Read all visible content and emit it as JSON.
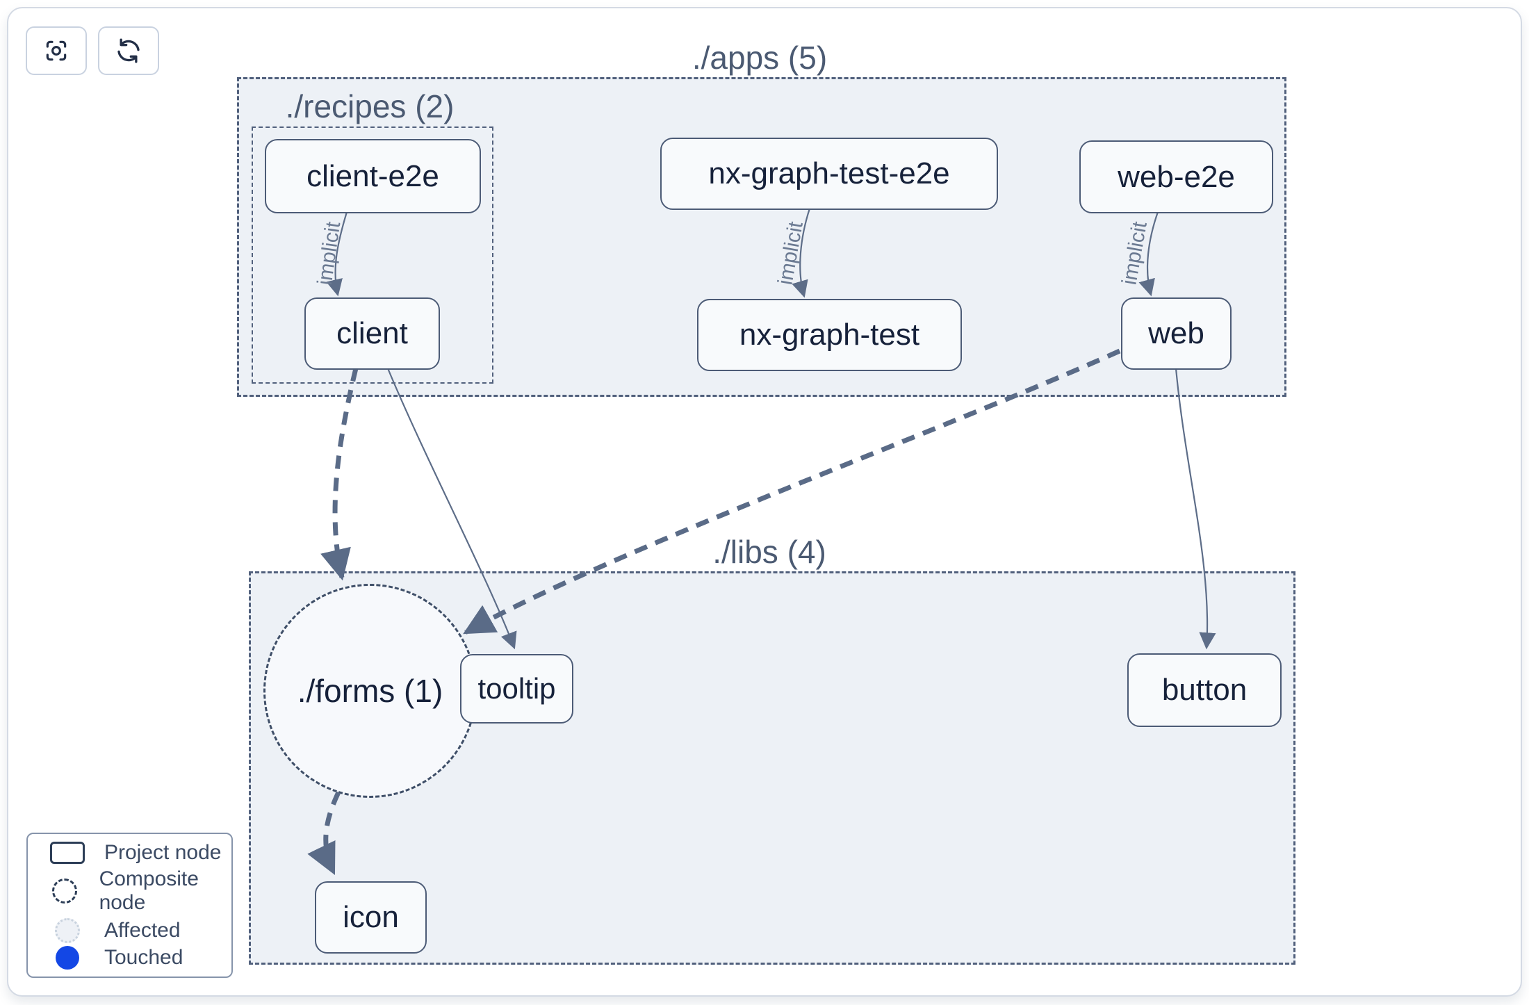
{
  "toolbar": {
    "focus_button": {
      "icon": "focus-target-icon",
      "tooltip": ""
    },
    "refresh_button": {
      "icon": "refresh-icon",
      "tooltip": ""
    }
  },
  "graph": {
    "groups": {
      "apps": {
        "label": "./apps (5)"
      },
      "recipes": {
        "label": "./recipes (2)"
      },
      "libs": {
        "label": "./libs (4)"
      }
    },
    "nodes": {
      "client_e2e": {
        "label": "client-e2e",
        "kind": "project"
      },
      "nx_graph_test_e2e": {
        "label": "nx-graph-test-e2e",
        "kind": "project"
      },
      "web_e2e": {
        "label": "web-e2e",
        "kind": "project"
      },
      "client": {
        "label": "client",
        "kind": "project"
      },
      "nx_graph_test": {
        "label": "nx-graph-test",
        "kind": "project"
      },
      "web": {
        "label": "web",
        "kind": "project"
      },
      "tooltip": {
        "label": "tooltip",
        "kind": "project"
      },
      "button": {
        "label": "button",
        "kind": "project"
      },
      "icon": {
        "label": "icon",
        "kind": "project"
      },
      "forms": {
        "label": "./forms (1)",
        "kind": "composite"
      }
    },
    "edges": [
      {
        "from": "client-e2e",
        "to": "client",
        "style": "implicit",
        "label": "implicit"
      },
      {
        "from": "nx-graph-test-e2e",
        "to": "nx-graph-test",
        "style": "implicit",
        "label": "implicit"
      },
      {
        "from": "web-e2e",
        "to": "web",
        "style": "implicit",
        "label": "implicit"
      },
      {
        "from": "client",
        "to": "./forms (1)",
        "style": "dashed",
        "label": ""
      },
      {
        "from": "client",
        "to": "tooltip",
        "style": "solid",
        "label": ""
      },
      {
        "from": "web",
        "to": "./forms (1)",
        "style": "dashed",
        "label": ""
      },
      {
        "from": "web",
        "to": "button",
        "style": "solid",
        "label": ""
      },
      {
        "from": "./forms (1)",
        "to": "icon",
        "style": "dashed",
        "label": ""
      }
    ]
  },
  "legend": {
    "items": [
      {
        "label": "Project node",
        "swatch": "project-node-swatch"
      },
      {
        "label": "Composite node",
        "swatch": "composite-node-swatch"
      },
      {
        "label": "Affected",
        "swatch": "affected-swatch"
      },
      {
        "label": "Touched",
        "swatch": "touched-swatch"
      }
    ]
  },
  "colors": {
    "container_fill": "#edf1f6",
    "container_border": "#51607c",
    "node_fill": "#f8fafc",
    "node_border": "#4c5b76",
    "node_text": "#16213a",
    "group_title": "#4b5a72",
    "edge": "#5d6d88",
    "edge_label": "#6b7a92",
    "touched_blue": "#1347e5",
    "card_border": "#d4dae4"
  }
}
